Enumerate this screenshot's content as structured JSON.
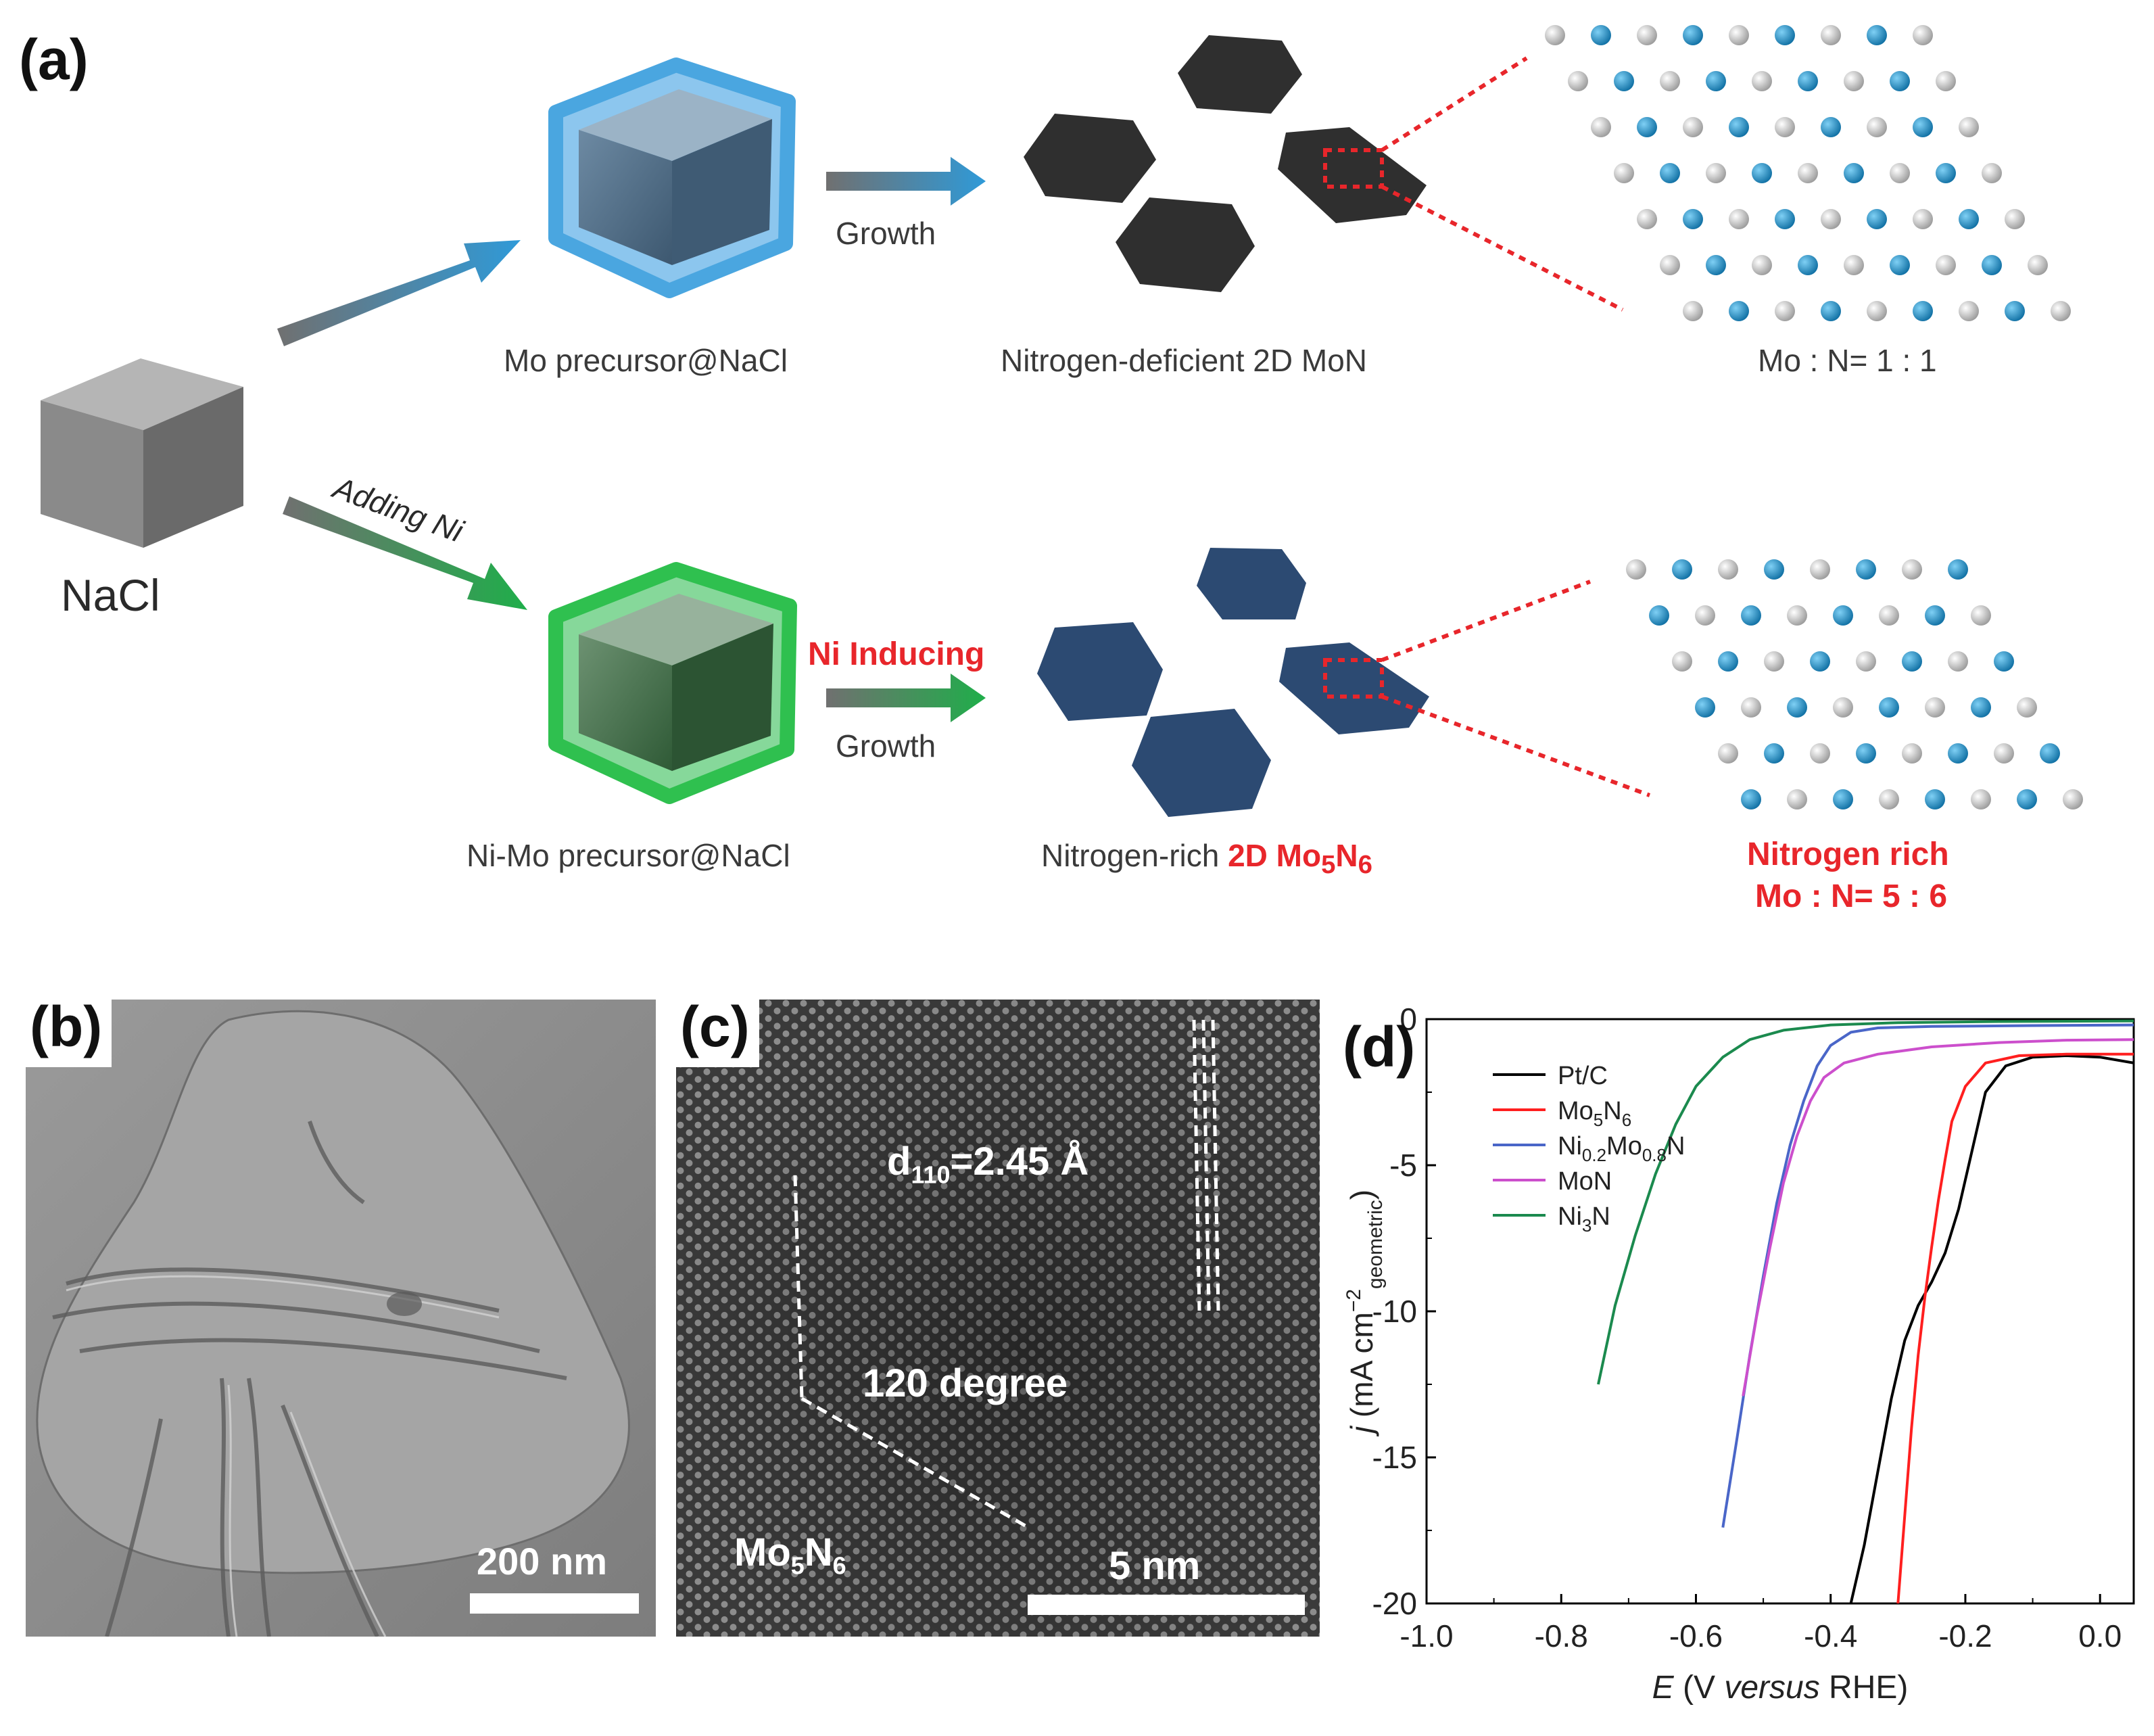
{
  "panel_a": {
    "label": "(a)",
    "nacl": "NaCl",
    "top": {
      "precursor": "Mo precursor@NaCl",
      "arrow": "Growth",
      "product": "Nitrogen-deficient 2D MoN",
      "ratio": "Mo : N= 1 : 1"
    },
    "bottom": {
      "adding": "Adding Ni",
      "precursor": "Ni-Mo precursor@NaCl",
      "inducing": "Ni Inducing",
      "arrow": "Growth",
      "product_prefix": "Nitrogen-rich ",
      "product_red_pre": "2D Mo",
      "product_sub1": "5",
      "product_mid": "N",
      "product_sub2": "6",
      "ratio_line1": "Nitrogen rich",
      "ratio_line2": "Mo : N= 5 : 6"
    },
    "colors": {
      "mo_atom": "#1d8ac4",
      "n_atom": "#c8c8c8",
      "red": "#e8262b",
      "blue_shell": "#4aa6e0",
      "green_shell": "#2fc04f",
      "dark_sheet": "#2f2f2f",
      "blue_sheet": "#2c4a72"
    }
  },
  "panel_b": {
    "label": "(b)",
    "scale": "200 nm"
  },
  "panel_c": {
    "label": "(c)",
    "d_pre": "d",
    "d_sub": "110",
    "d_post": "=2.45 Å",
    "angle": "120 degree",
    "material_pre": "Mo",
    "material_sub1": "5",
    "material_mid": "N",
    "material_sub2": "6",
    "scale": "5 nm"
  },
  "panel_d": {
    "label": "(d)",
    "chart_data": {
      "type": "line",
      "xlabel_pre": "E",
      "xlabel_mid": " (V ",
      "xlabel_it": "versus",
      "xlabel_post": " RHE)",
      "ylabel_pre": "j",
      "ylabel_mid": " (mA cm",
      "ylabel_sup": "−2",
      "ylabel_sub": "geometric",
      "ylabel_post": ")",
      "xlim": [
        -1.0,
        0.05
      ],
      "ylim": [
        -20,
        0
      ],
      "xticks": [
        -1.0,
        -0.8,
        -0.6,
        -0.4,
        -0.2,
        0.0
      ],
      "xtick_labels": [
        "-1.0",
        "-0.8",
        "-0.6",
        "-0.4",
        "-0.2",
        "0.0"
      ],
      "yticks": [
        0,
        -5,
        -10,
        -15,
        -20
      ],
      "ytick_labels": [
        "0",
        "-5",
        "-10",
        "-15",
        "-20"
      ],
      "legend_position": "top-left",
      "series": [
        {
          "name": "Pt/C",
          "color": "#000000",
          "legend": [
            {
              "t": "Pt/C",
              "s": ""
            }
          ],
          "points": [
            [
              -0.37,
              -20
            ],
            [
              -0.35,
              -18
            ],
            [
              -0.33,
              -15.5
            ],
            [
              -0.31,
              -13
            ],
            [
              -0.29,
              -11
            ],
            [
              -0.27,
              -9.8
            ],
            [
              -0.25,
              -9.0
            ],
            [
              -0.23,
              -8
            ],
            [
              -0.21,
              -6.5
            ],
            [
              -0.19,
              -4.5
            ],
            [
              -0.17,
              -2.5
            ],
            [
              -0.14,
              -1.6
            ],
            [
              -0.1,
              -1.3
            ],
            [
              -0.05,
              -1.25
            ],
            [
              0.0,
              -1.3
            ],
            [
              0.05,
              -1.5
            ]
          ]
        },
        {
          "name": "Mo5N6",
          "color": "#ff1f1f",
          "legend": [
            {
              "t": "Mo",
              "s": ""
            },
            {
              "t": "5",
              "s": "sub"
            },
            {
              "t": "N",
              "s": ""
            },
            {
              "t": "6",
              "s": "sub"
            }
          ],
          "points": [
            [
              -0.3,
              -20
            ],
            [
              -0.29,
              -17
            ],
            [
              -0.28,
              -14
            ],
            [
              -0.27,
              -11.5
            ],
            [
              -0.26,
              -9.5
            ],
            [
              -0.25,
              -7.8
            ],
            [
              -0.24,
              -6.2
            ],
            [
              -0.23,
              -4.8
            ],
            [
              -0.22,
              -3.5
            ],
            [
              -0.2,
              -2.3
            ],
            [
              -0.17,
              -1.5
            ],
            [
              -0.12,
              -1.25
            ],
            [
              -0.05,
              -1.2
            ],
            [
              0.0,
              -1.2
            ],
            [
              0.05,
              -1.2
            ]
          ]
        },
        {
          "name": "Ni0.2Mo0.8N",
          "color": "#4a66c8",
          "legend": [
            {
              "t": "Ni",
              "s": ""
            },
            {
              "t": "0.2",
              "s": "sub"
            },
            {
              "t": "Mo",
              "s": ""
            },
            {
              "t": "0.8",
              "s": "sub"
            },
            {
              "t": "N",
              "s": ""
            }
          ],
          "points": [
            [
              -0.56,
              -17.4
            ],
            [
              -0.54,
              -14.5
            ],
            [
              -0.52,
              -11.5
            ],
            [
              -0.5,
              -8.8
            ],
            [
              -0.48,
              -6.3
            ],
            [
              -0.46,
              -4.3
            ],
            [
              -0.44,
              -2.8
            ],
            [
              -0.42,
              -1.6
            ],
            [
              -0.4,
              -0.9
            ],
            [
              -0.37,
              -0.45
            ],
            [
              -0.33,
              -0.3
            ],
            [
              -0.25,
              -0.25
            ],
            [
              -0.1,
              -0.22
            ],
            [
              0.05,
              -0.2
            ]
          ]
        },
        {
          "name": "MoN",
          "color": "#cc4fcc",
          "legend": [
            {
              "t": "MoN",
              "s": ""
            }
          ],
          "points": [
            [
              -0.53,
              -12.9
            ],
            [
              -0.51,
              -10.2
            ],
            [
              -0.49,
              -7.8
            ],
            [
              -0.47,
              -5.6
            ],
            [
              -0.45,
              -4.0
            ],
            [
              -0.43,
              -2.8
            ],
            [
              -0.41,
              -2.0
            ],
            [
              -0.38,
              -1.5
            ],
            [
              -0.33,
              -1.2
            ],
            [
              -0.25,
              -0.95
            ],
            [
              -0.15,
              -0.8
            ],
            [
              -0.05,
              -0.72
            ],
            [
              0.05,
              -0.7
            ]
          ]
        },
        {
          "name": "Ni3N",
          "color": "#1b8a4e",
          "legend": [
            {
              "t": "Ni",
              "s": ""
            },
            {
              "t": "3",
              "s": "sub"
            },
            {
              "t": "N",
              "s": ""
            }
          ],
          "points": [
            [
              -0.745,
              -12.5
            ],
            [
              -0.72,
              -9.8
            ],
            [
              -0.69,
              -7.4
            ],
            [
              -0.66,
              -5.3
            ],
            [
              -0.63,
              -3.6
            ],
            [
              -0.6,
              -2.3
            ],
            [
              -0.56,
              -1.3
            ],
            [
              -0.52,
              -0.7
            ],
            [
              -0.47,
              -0.38
            ],
            [
              -0.4,
              -0.2
            ],
            [
              -0.3,
              -0.12
            ],
            [
              -0.15,
              -0.08
            ],
            [
              0.05,
              -0.06
            ]
          ]
        }
      ]
    }
  }
}
